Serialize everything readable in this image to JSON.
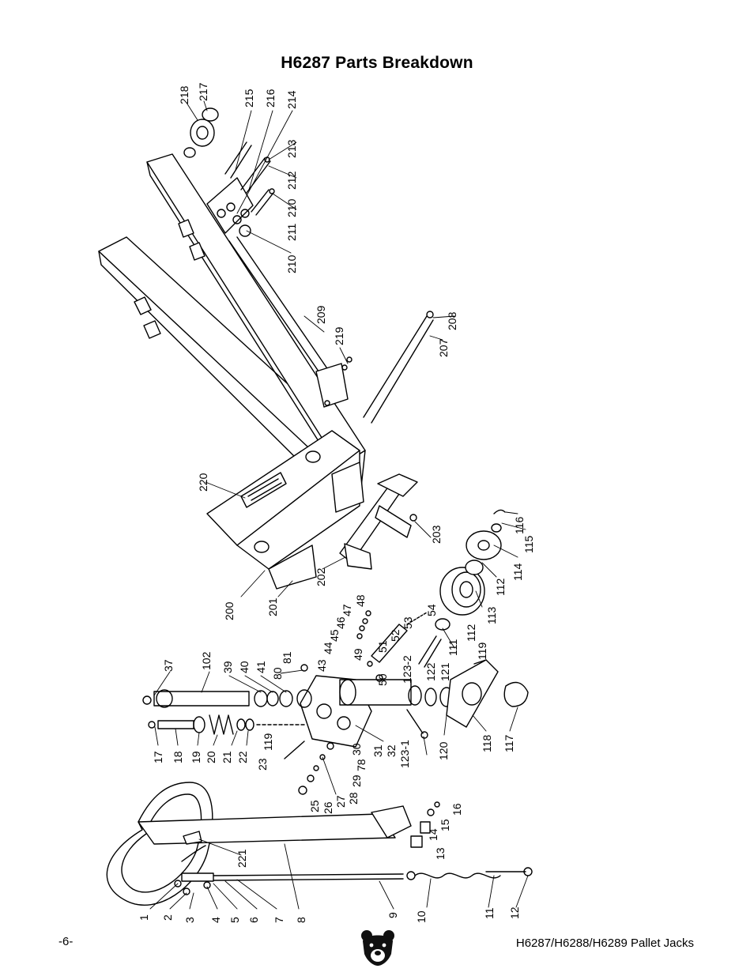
{
  "title": "H6287 Parts Breakdown",
  "footer": {
    "page_number": "-6-",
    "model_line": "H6287/H6288/H6289 Pallet Jacks"
  },
  "logo_icon": "bear-head-icon",
  "callouts": [
    {
      "id": "1",
      "label": "1"
    },
    {
      "id": "2",
      "label": "2"
    },
    {
      "id": "3",
      "label": "3"
    },
    {
      "id": "4",
      "label": "4"
    },
    {
      "id": "5",
      "label": "5"
    },
    {
      "id": "6",
      "label": "6"
    },
    {
      "id": "7",
      "label": "7"
    },
    {
      "id": "8",
      "label": "8"
    },
    {
      "id": "9",
      "label": "9"
    },
    {
      "id": "10",
      "label": "10"
    },
    {
      "id": "11",
      "label": "11"
    },
    {
      "id": "12",
      "label": "12"
    },
    {
      "id": "13",
      "label": "13"
    },
    {
      "id": "14",
      "label": "14"
    },
    {
      "id": "15",
      "label": "15"
    },
    {
      "id": "16",
      "label": "16"
    },
    {
      "id": "17",
      "label": "17"
    },
    {
      "id": "18",
      "label": "18"
    },
    {
      "id": "19",
      "label": "19"
    },
    {
      "id": "20",
      "label": "20"
    },
    {
      "id": "21",
      "label": "21"
    },
    {
      "id": "22",
      "label": "22"
    },
    {
      "id": "23",
      "label": "23"
    },
    {
      "id": "119a",
      "label": "119"
    },
    {
      "id": "25",
      "label": "25"
    },
    {
      "id": "26",
      "label": "26"
    },
    {
      "id": "27",
      "label": "27"
    },
    {
      "id": "28",
      "label": "28"
    },
    {
      "id": "29",
      "label": "29"
    },
    {
      "id": "78",
      "label": "78"
    },
    {
      "id": "30",
      "label": "30"
    },
    {
      "id": "31",
      "label": "31"
    },
    {
      "id": "32",
      "label": "32"
    },
    {
      "id": "123-1",
      "label": "123-1"
    },
    {
      "id": "120",
      "label": "120"
    },
    {
      "id": "118",
      "label": "118"
    },
    {
      "id": "117",
      "label": "117"
    },
    {
      "id": "37",
      "label": "37"
    },
    {
      "id": "102",
      "label": "102"
    },
    {
      "id": "39",
      "label": "39"
    },
    {
      "id": "40",
      "label": "40"
    },
    {
      "id": "41",
      "label": "41"
    },
    {
      "id": "80",
      "label": "80"
    },
    {
      "id": "81",
      "label": "81"
    },
    {
      "id": "43",
      "label": "43"
    },
    {
      "id": "44",
      "label": "44"
    },
    {
      "id": "45",
      "label": "45"
    },
    {
      "id": "46",
      "label": "46"
    },
    {
      "id": "47",
      "label": "47"
    },
    {
      "id": "48",
      "label": "48"
    },
    {
      "id": "49",
      "label": "49"
    },
    {
      "id": "50",
      "label": "50"
    },
    {
      "id": "51",
      "label": "51"
    },
    {
      "id": "52",
      "label": "52"
    },
    {
      "id": "53",
      "label": "53"
    },
    {
      "id": "54",
      "label": "54"
    },
    {
      "id": "123-2",
      "label": "123-2"
    },
    {
      "id": "122",
      "label": "122"
    },
    {
      "id": "121",
      "label": "121"
    },
    {
      "id": "111",
      "label": "111"
    },
    {
      "id": "119b",
      "label": "119"
    },
    {
      "id": "112a",
      "label": "112"
    },
    {
      "id": "113",
      "label": "113"
    },
    {
      "id": "112b",
      "label": "112"
    },
    {
      "id": "114",
      "label": "114"
    },
    {
      "id": "115",
      "label": "115"
    },
    {
      "id": "116",
      "label": "116"
    },
    {
      "id": "200",
      "label": "200"
    },
    {
      "id": "201",
      "label": "201"
    },
    {
      "id": "202",
      "label": "202"
    },
    {
      "id": "203",
      "label": "203"
    },
    {
      "id": "220",
      "label": "220"
    },
    {
      "id": "221",
      "label": "221"
    },
    {
      "id": "207",
      "label": "207"
    },
    {
      "id": "208",
      "label": "208"
    },
    {
      "id": "209",
      "label": "209"
    },
    {
      "id": "219",
      "label": "219"
    },
    {
      "id": "210a",
      "label": "210"
    },
    {
      "id": "211",
      "label": "211"
    },
    {
      "id": "210b",
      "label": "210"
    },
    {
      "id": "212",
      "label": "212"
    },
    {
      "id": "213",
      "label": "213"
    },
    {
      "id": "214",
      "label": "214"
    },
    {
      "id": "215",
      "label": "215"
    },
    {
      "id": "216",
      "label": "216"
    },
    {
      "id": "217",
      "label": "217"
    },
    {
      "id": "218",
      "label": "218"
    }
  ]
}
